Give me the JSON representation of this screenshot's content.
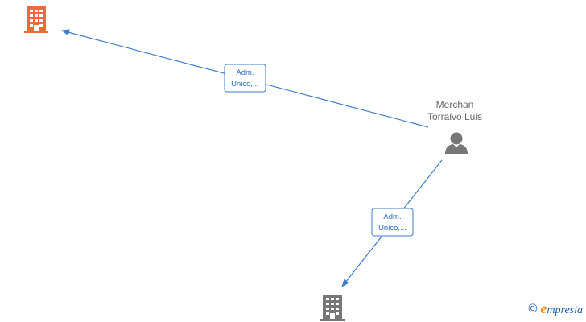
{
  "nodes": {
    "company_top": {
      "icon": "building-icon",
      "color": "#f06a35"
    },
    "company_bottom": {
      "icon": "building-icon",
      "color": "#777777"
    },
    "person": {
      "icon": "person-icon",
      "color": "#777777",
      "name_line1": "Merchan",
      "name_line2": "Torralvo Luis"
    }
  },
  "edges": [
    {
      "from": "person",
      "to": "company_top",
      "label_line1": "Adm.",
      "label_line2": "Unico,..."
    },
    {
      "from": "person",
      "to": "company_bottom",
      "label_line1": "Adm.",
      "label_line2": "Unico,..."
    }
  ],
  "colors": {
    "edge": "#3d7cc9",
    "label_border": "#3d7cc9",
    "label_text": "#2b6cb8"
  },
  "watermark": {
    "copyright_symbol": "©",
    "brand_initial": "e",
    "brand_rest": "mpresia"
  }
}
